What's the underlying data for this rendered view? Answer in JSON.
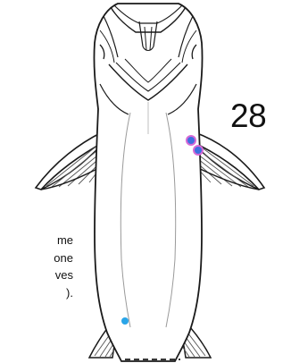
{
  "figure": {
    "panel_number": "28",
    "caption_lines": [
      "me",
      "one",
      "ves",
      ")."
    ],
    "colors": {
      "outline": "#1a1a1a",
      "body_fill": "#ffffff",
      "fin_stripe": "#555555",
      "marker_pink": "#d66ad6",
      "marker_blue": "#3d6fe0",
      "marker_cyan": "#2aa5e8"
    }
  }
}
